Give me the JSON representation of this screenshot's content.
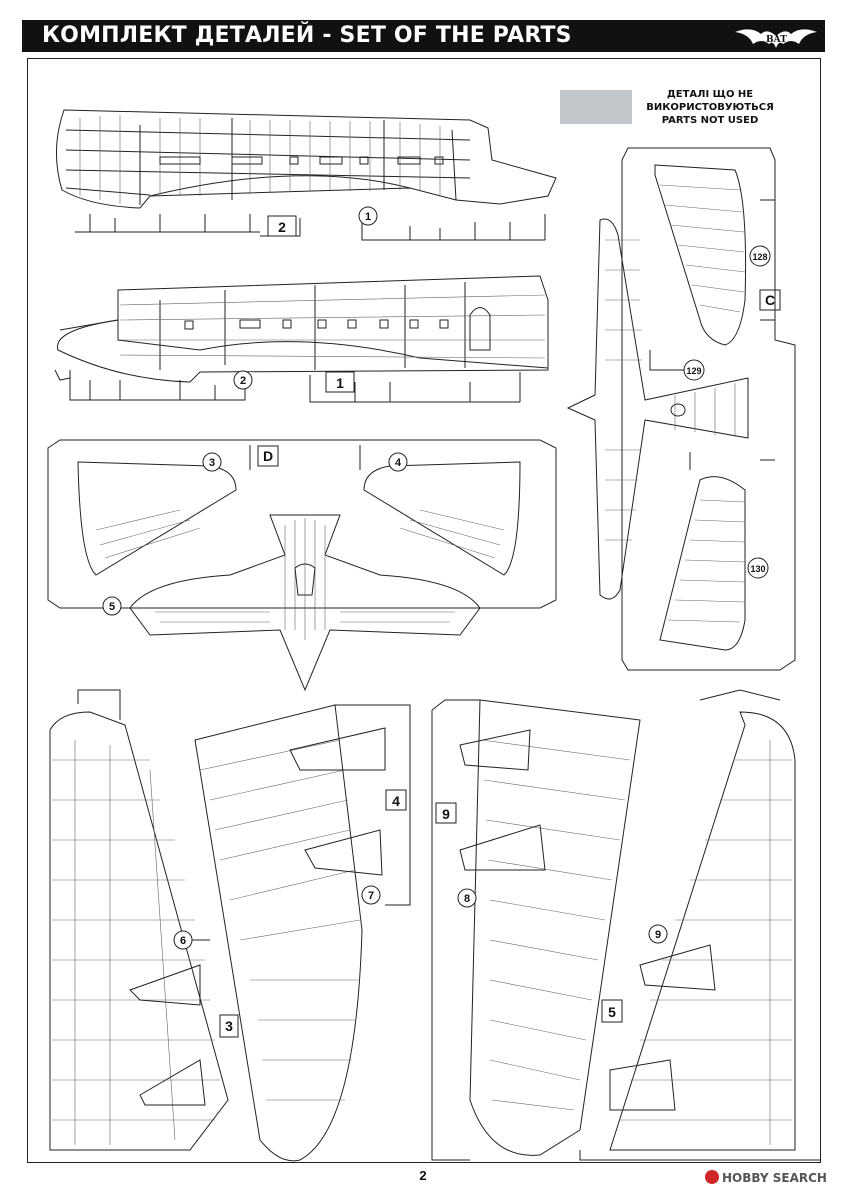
{
  "header": {
    "title": "КОМПЛЕКТ ДЕТАЛЕЙ - SET OF THE PARTS",
    "logo_text": "BAT"
  },
  "legend": {
    "line1": "ДЕТАЛІ ЩО НЕ",
    "line2": "ВИКОРИСТОВУЮТЬСЯ",
    "line3": "PARTS NOT USED",
    "swatch_color": "#c3c7cc"
  },
  "sprue_labels": {
    "c": "C",
    "d": "D"
  },
  "part_numbers": [
    "1",
    "2",
    "3",
    "4",
    "5",
    "6",
    "7",
    "8",
    "9",
    "128",
    "129",
    "130"
  ],
  "boxed_labels": [
    "2",
    "1",
    "4",
    "9",
    "3",
    "5"
  ],
  "callouts": [
    "1",
    "2",
    "3",
    "4",
    "5",
    "6",
    "7",
    "8",
    "9",
    "128",
    "129",
    "130"
  ],
  "page_number": "2",
  "watermark": "HOBBY SEARCH"
}
